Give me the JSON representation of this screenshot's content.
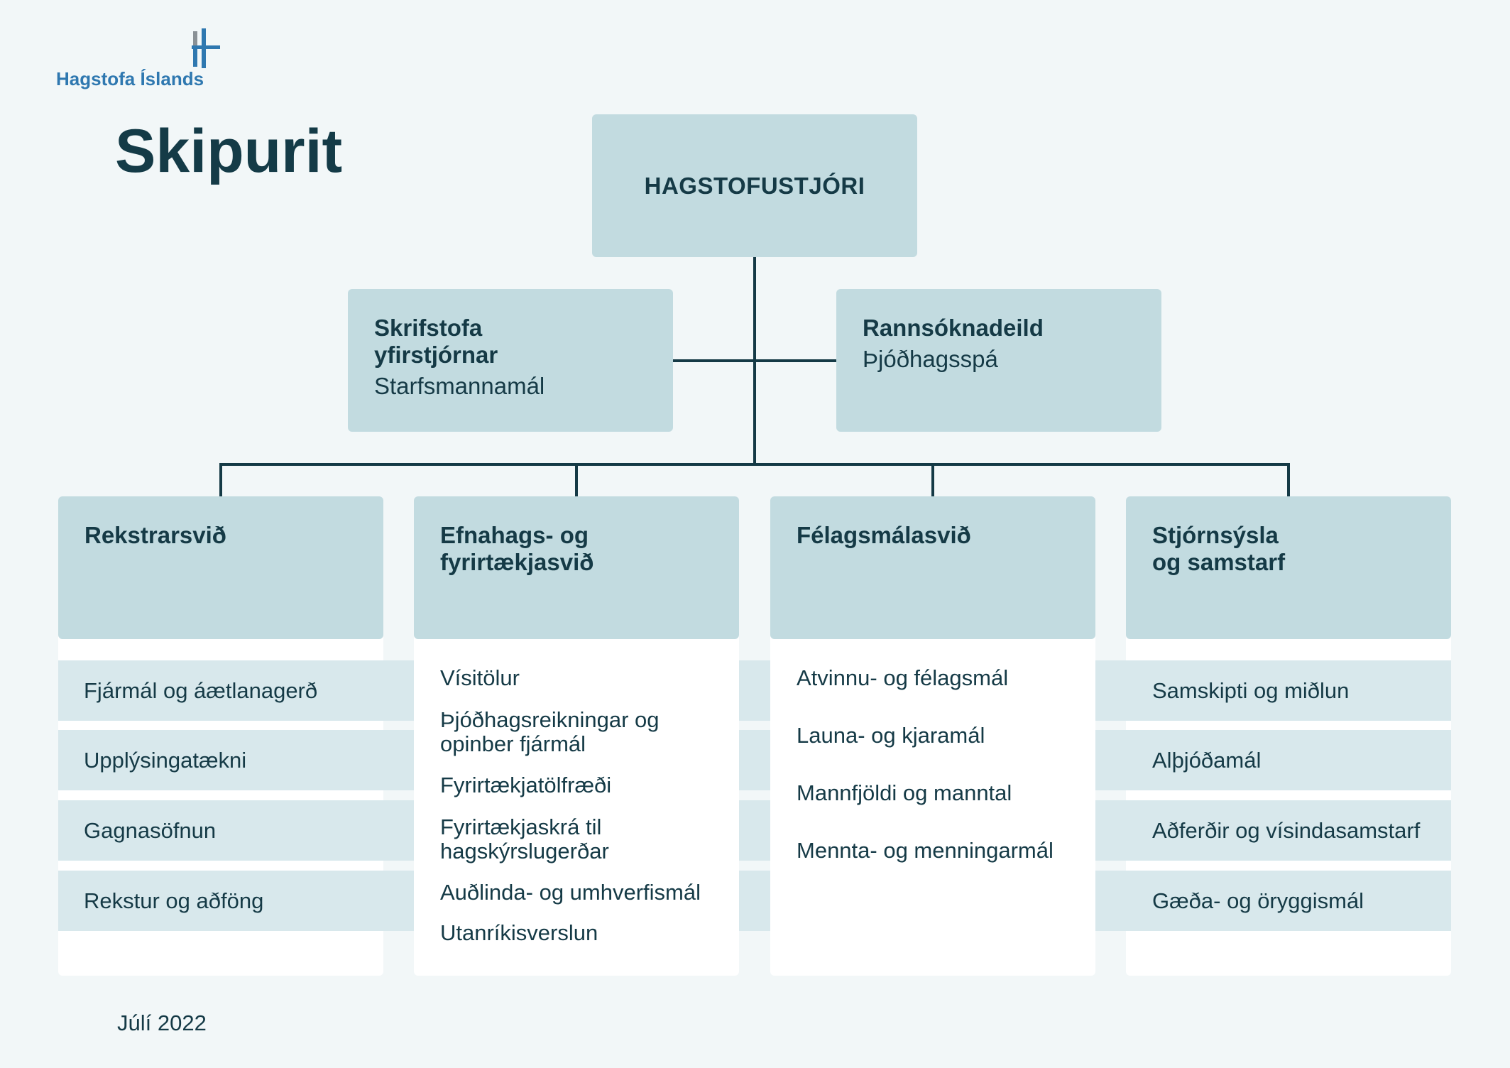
{
  "logo": {
    "text": "Hagstofa Íslands",
    "icon": "hagstofa-h-logo-icon"
  },
  "title": "Skipurit",
  "director": "HAGSTOFUSTJÓRI",
  "offices": [
    {
      "title": "Skrifstofa\nyfirstjórnar",
      "subtitle": "Starfsmannamál"
    },
    {
      "title": "Rannsóknadeild",
      "subtitle": "Þjóðhagsspá"
    }
  ],
  "divisions": [
    {
      "title": "Rekstrarsvið",
      "items": [
        "Fjármál og áætlanagerð",
        "Upplýsingatækni",
        "Gagnasöfnun",
        "Rekstur og aðföng"
      ]
    },
    {
      "title": "Efnahags- og\nfyrirtækjasvið",
      "items": [
        "Vísitölur",
        "Þjóðhagsreikningar og",
        "opinber fjármál",
        "Fyrirtækjatölfræði",
        "Fyrirtækjaskrá til",
        "hagskýrslugerðar",
        "Auðlinda- og umhverfismál",
        "Utanríkisverslun"
      ]
    },
    {
      "title": "Félagsmálasvið",
      "items": [
        "Atvinnu- og félagsmál",
        "Launa- og kjaramál",
        "Mannfjöldi og manntal",
        "Mennta- og menningarmál"
      ]
    },
    {
      "title": "Stjórnsýsla\nog samstarf",
      "items": [
        "Samskipti og miðlun",
        "Alþjóðamál",
        "Aðferðir og vísindasamstarf",
        "Gæða- og öryggismál"
      ]
    }
  ],
  "footer": {
    "date": "Júlí 2022"
  },
  "colors": {
    "background": "#f2f7f8",
    "box": "#c2dbe0",
    "stripe": "#d8e8ec",
    "text": "#153a46",
    "brand": "#2f78b0",
    "logo_gray": "#8a9196"
  }
}
